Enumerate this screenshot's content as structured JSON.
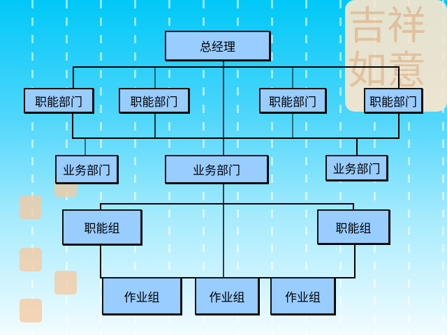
{
  "seal_text": "吉祥如意",
  "nodes": {
    "ceo": "总经理",
    "functional_depts": [
      "职能部门",
      "职能部门",
      "职能部门",
      "职能部门"
    ],
    "business_depts": [
      "业务部门",
      "业务部门",
      "业务部门"
    ],
    "functional_groups": [
      "职能组",
      "职能组"
    ],
    "work_groups": [
      "作业组",
      "作业组",
      "作业组"
    ]
  },
  "colors": {
    "box": "#99ccff",
    "seal": "#fde6cc",
    "background_top": "#00c8f8"
  }
}
